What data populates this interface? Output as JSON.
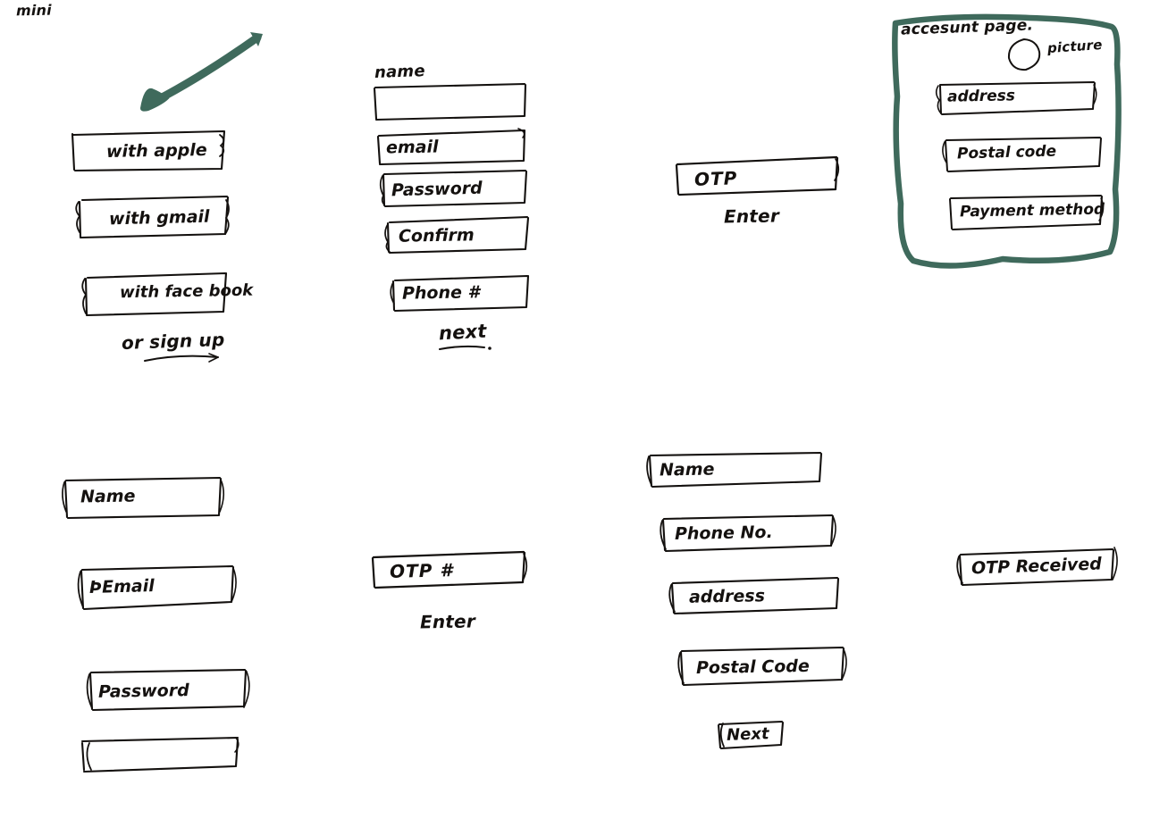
{
  "page": {
    "title": "mini",
    "background_color": "#ffffff",
    "ink_color": "#14110f",
    "accent_color": "#3f6a5c"
  },
  "annotations": {
    "checkmark": "check-arrow-marker",
    "corner_label": "mini"
  },
  "panels": [
    {
      "id": "social-login",
      "name": "social-login-panel",
      "buttons": [
        {
          "label": "with apple"
        },
        {
          "label": "with gmail"
        },
        {
          "label": "with face book"
        }
      ],
      "footer_link": "or sign up"
    },
    {
      "id": "signup-form",
      "name": "signup-form-panel",
      "field_label_above": "name",
      "fields": [
        {
          "label": ""
        },
        {
          "label": "email"
        },
        {
          "label": "Password"
        },
        {
          "label": "Confirm"
        },
        {
          "label": "Phone #"
        }
      ],
      "action": "next"
    },
    {
      "id": "otp-top",
      "name": "otp-entry-panel",
      "field": "OTP",
      "action": "Enter"
    },
    {
      "id": "account-page",
      "name": "account-page-panel",
      "title": "accesunt page.",
      "avatar_label": "picture",
      "fields": [
        {
          "label": "address"
        },
        {
          "label": "Postal code"
        },
        {
          "label": "Payment method"
        }
      ]
    },
    {
      "id": "register-form",
      "name": "register-form-panel",
      "fields": [
        {
          "label": "Name"
        },
        {
          "label": "ÞEmail"
        },
        {
          "label": "Password"
        },
        {
          "label": ""
        }
      ]
    },
    {
      "id": "otp-bottom",
      "name": "otp-number-panel",
      "field": "OTP #",
      "action": "Enter"
    },
    {
      "id": "profile-form",
      "name": "profile-details-panel",
      "fields": [
        {
          "label": "Name"
        },
        {
          "label": "Phone No."
        },
        {
          "label": "address"
        },
        {
          "label": "Postal Code"
        }
      ],
      "action": "Next"
    },
    {
      "id": "otp-received",
      "name": "otp-received-panel",
      "field": "OTP Received"
    }
  ]
}
